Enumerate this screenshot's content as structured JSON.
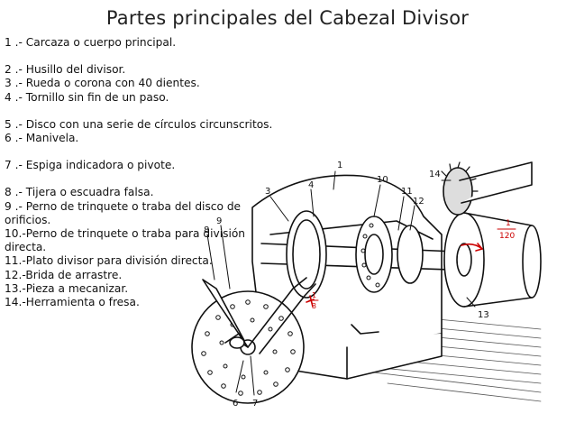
{
  "title": "Partes principales del Cabezal Divisor",
  "items": [
    {
      "text": "1 .- Carcaza o cuerpo principal.",
      "gap_after": true
    },
    {
      "text": "2 .- Husillo del divisor.",
      "gap_after": false
    },
    {
      "text": "3 .- Rueda o corona con 40 dientes.",
      "gap_after": false
    },
    {
      "text": "4 .- Tornillo sin fin de un paso.",
      "gap_after": true
    },
    {
      "text": "5 .- Disco con una serie de círculos circunscritos.",
      "gap_after": false
    },
    {
      "text": "6 .- Manivela.",
      "gap_after": true
    },
    {
      "text": "7 .- Espiga indicadora o pivote.",
      "gap_after": true
    },
    {
      "text": "8 .- Tijera o escuadra falsa.",
      "gap_after": false
    },
    {
      "text": "9 .- Perno de trinquete o traba del disco de orificios.",
      "gap_after": false
    },
    {
      "text": "10.-Perno de trinquete o traba para división directa.",
      "gap_after": false
    },
    {
      "text": "11.-Plato divisor para división directa.",
      "gap_after": false
    },
    {
      "text": "12.-Brida de arrastre.",
      "gap_after": false
    },
    {
      "text": "13.-Pieza a mecanizar.",
      "gap_after": false
    },
    {
      "text": "14.-Herramienta o fresa.",
      "gap_after": false
    }
  ],
  "drawing_labels": {
    "n1": "1",
    "n3": "3",
    "n4": "4",
    "n6": "6",
    "n7": "7",
    "n8": "8",
    "n9": "9",
    "n10": "10",
    "n11": "11",
    "n12": "12",
    "n13": "13",
    "n14": "14",
    "ratio_top": "1",
    "ratio_bottom": "120",
    "ratio2_top": "1",
    "ratio2_bottom": "3"
  }
}
